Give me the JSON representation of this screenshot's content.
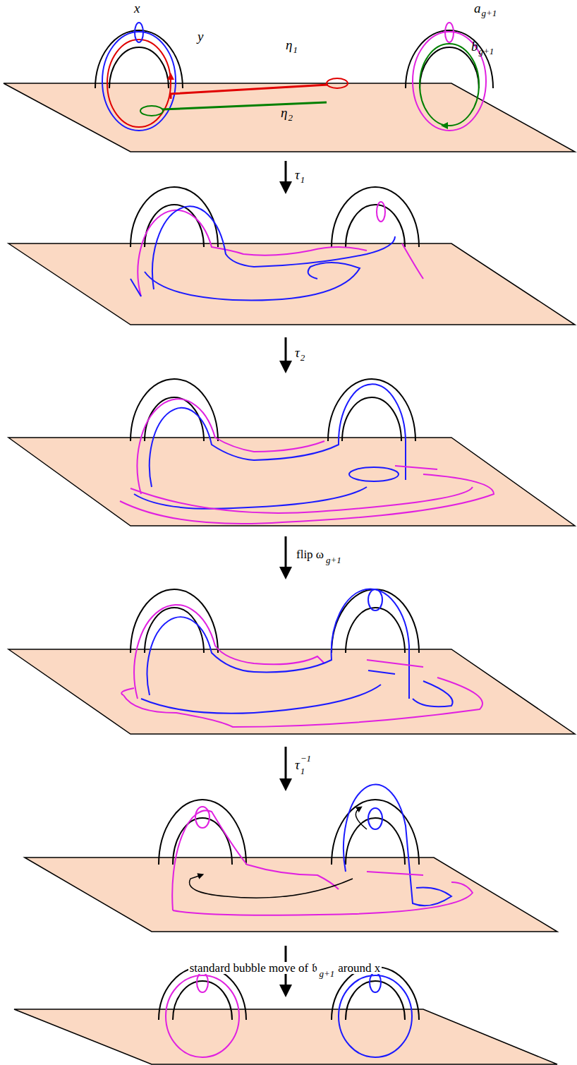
{
  "diagram": {
    "labels": [
      "x",
      "a",
      "g+1",
      "y",
      "η",
      "1",
      "b",
      "g+1",
      "η",
      "2",
      "τ",
      "1",
      "τ",
      "2",
      "flip ω",
      "g+1",
      "τ",
      "1",
      "−1",
      "standard bubble move of 𝔟",
      "g+1",
      "around x"
    ]
  }
}
